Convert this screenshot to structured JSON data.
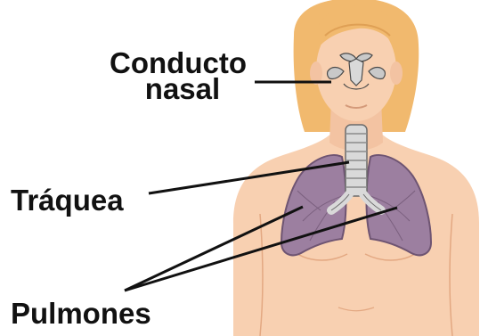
{
  "labels": {
    "nasal_line1": "Conducto",
    "nasal_line2": "nasal",
    "trachea": "Tráquea",
    "lungs": "Pulmones"
  },
  "colors": {
    "skin": "#F8D0B1",
    "skin_shadow": "#EFB996",
    "hair": "#F1B96E",
    "hair_shadow": "#DFA055",
    "lung": "#9C7FA0",
    "lung_dark": "#6E5472",
    "trachea": "#D9D9D9",
    "leader": "#111111"
  }
}
